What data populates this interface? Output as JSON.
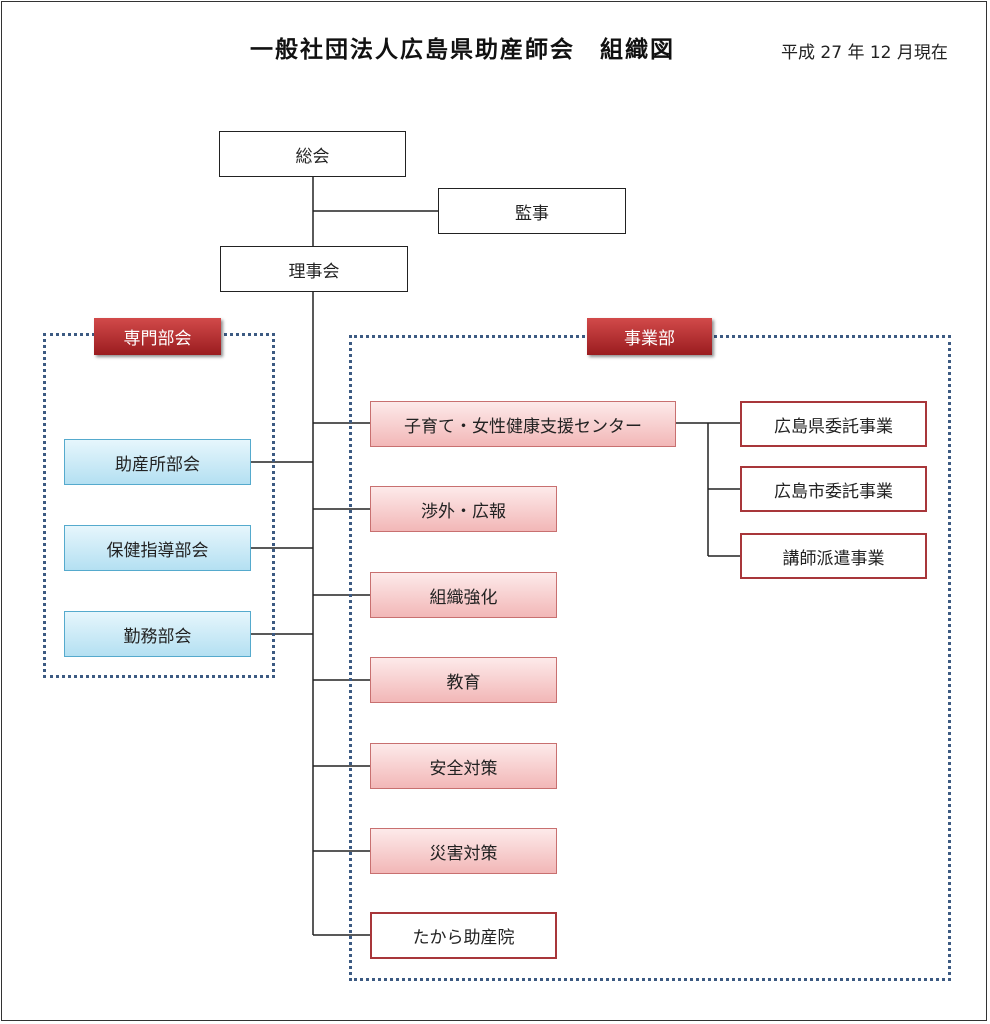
{
  "title": "一般社団法人広島県助産師会　組織図",
  "date": "平成 27 年 12 月現在",
  "top": {
    "general_meeting": "総会",
    "auditor": "監事",
    "board": "理事会"
  },
  "specialist_group": {
    "label": "専門部会",
    "items": [
      "助産所部会",
      "保健指導部会",
      "勤務部会"
    ]
  },
  "business_group": {
    "label": "事業部",
    "center": "子育て・女性健康支援センター",
    "items": [
      "渉外・広報",
      "組織強化",
      "教育",
      "安全対策",
      "災害対策"
    ],
    "clinic": "たから助産院",
    "center_projects": [
      "広島県委託事業",
      "広島市委託事業",
      "講師派遣事業"
    ]
  },
  "colors": {
    "specialist_fill": "#b4e0f2",
    "business_fill": "#f2b7b7",
    "tag_fill": "#9a1c1f",
    "dotted_border": "#3c5a82"
  }
}
